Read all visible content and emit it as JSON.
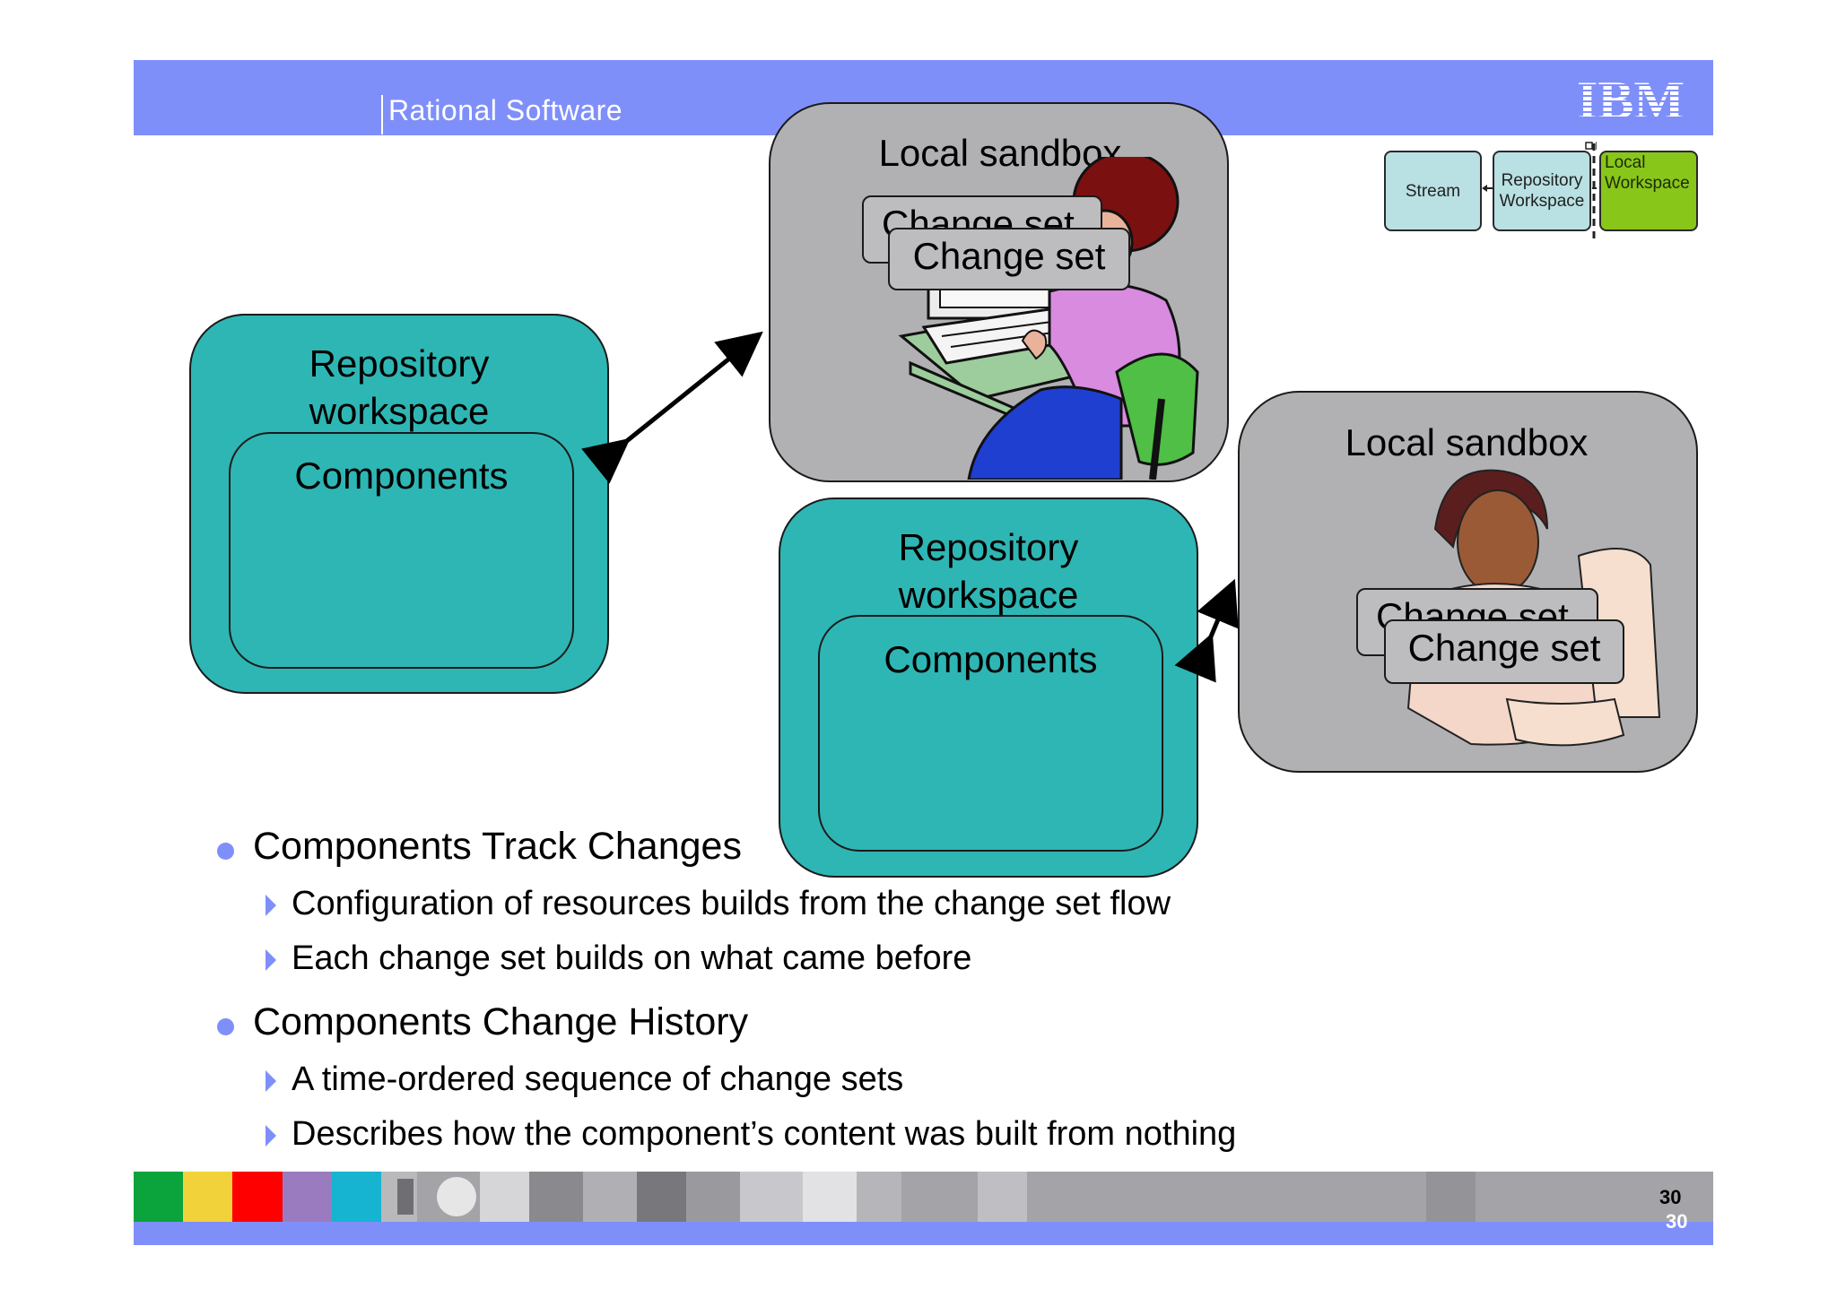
{
  "header": {
    "title": "Rational Software",
    "logo_text": "IBM"
  },
  "legend": {
    "stream": "Stream",
    "repository_workspace": [
      "Repository",
      "Workspace"
    ],
    "local_workspace": [
      "Local",
      "Workspace"
    ]
  },
  "diagram": {
    "left_workspace": {
      "title_line1": "Repository",
      "title_line2": "workspace",
      "components": "Components"
    },
    "center_workspace": {
      "title_line1": "Repository",
      "title_line2": "workspace",
      "components": "Components"
    },
    "top_sandbox": {
      "title": "Local sandbox",
      "back_card": "Change set",
      "change_set": "Change set"
    },
    "right_sandbox": {
      "title": "Local sandbox",
      "back_card": "Change set",
      "change_set": "Change set"
    }
  },
  "bullets": [
    {
      "text": "Components Track Changes",
      "subs": [
        "Configuration of resources builds from the change set flow",
        "Each change set builds on what came before"
      ]
    },
    {
      "text": "Components Change History",
      "subs": [
        "A time-ordered sequence of change sets",
        "Describes how the component’s content was built from nothing"
      ]
    }
  ],
  "footer": {
    "page_number_dark": "30",
    "page_number_white": "30",
    "colors": [
      "#0aa33c",
      "#f2d23a",
      "#ff0000",
      "#9b7bbf",
      "#16b4d0"
    ]
  }
}
